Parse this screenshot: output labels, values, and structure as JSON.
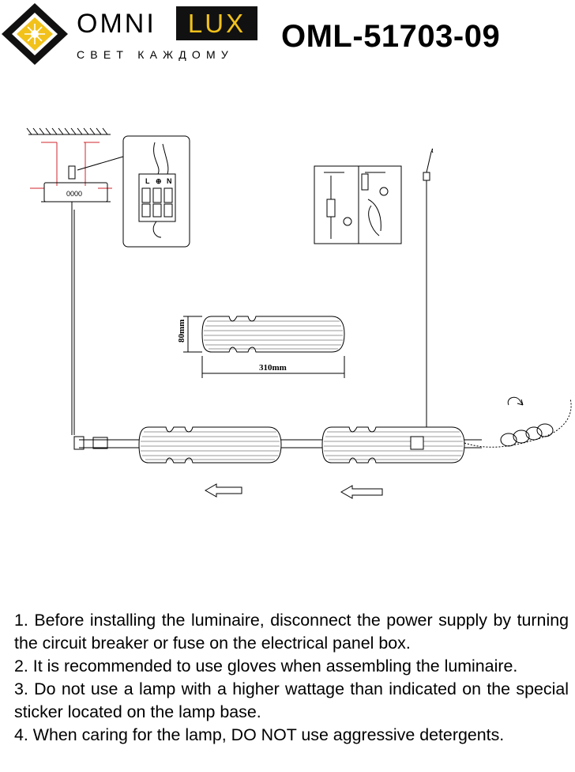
{
  "header": {
    "brand_left": "OMNI",
    "brand_right": "LUX",
    "tagline": "СВЕТ КАЖДОМУ",
    "model": "OML-51703-09"
  },
  "diagram": {
    "height_label": "80mm",
    "width_label": "310mm",
    "wiring_terminal_labels": [
      "L",
      "⊕",
      "N"
    ],
    "canopy_label": "0000"
  },
  "colors": {
    "logo_yellow": "#f2c21b",
    "logo_dark": "#111111",
    "annotation_red": "#d0262d"
  },
  "instructions": [
    "1. Before installing the luminaire, disconnect the power supply by turning the circuit breaker or fuse on the electrical panel box.",
    "2. It is recommended to use gloves when assembling the luminaire.",
    "3. Do not use a lamp with a higher wattage than indicated on the special sticker located on the lamp base.",
    "4. When caring for the lamp, DO NOT use aggressive detergents."
  ]
}
